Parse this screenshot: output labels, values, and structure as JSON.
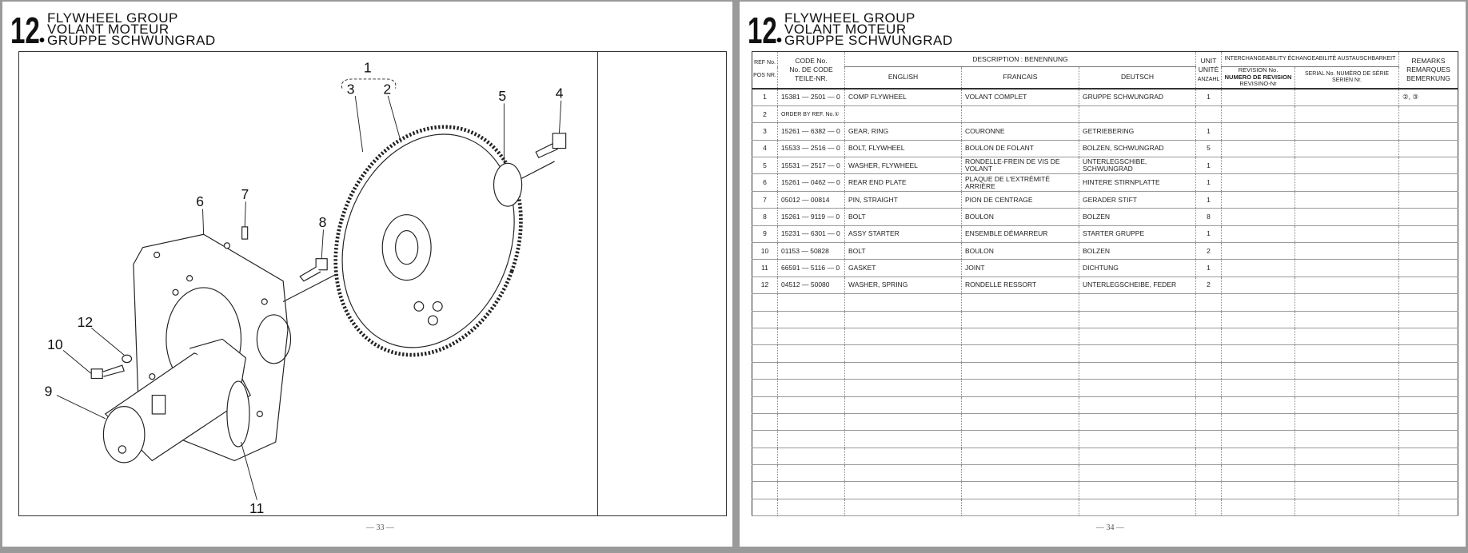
{
  "left_page": {
    "section_number": "12",
    "title_lines": [
      "FLYWHEEL GROUP",
      "VOLANT MOTEUR",
      "GRUPPE SCHWUNGRAD"
    ],
    "page_number": "— 33 —",
    "callouts": [
      "1",
      "2",
      "3",
      "4",
      "5",
      "6",
      "7",
      "8",
      "9",
      "10",
      "11",
      "12"
    ]
  },
  "right_page": {
    "section_number": "12",
    "title_lines": [
      "FLYWHEEL GROUP",
      "VOLANT MOTEUR",
      "GRUPPE SCHWUNGRAD"
    ],
    "page_number": "— 34 —",
    "table": {
      "headers": {
        "ref_no": [
          "REF No.",
          "POS NR."
        ],
        "code_no": [
          "CODE No.",
          "No. DE CODE",
          "TEILE-NR."
        ],
        "description": "DESCRIPTION : BENENNUNG",
        "english": "ENGLISH",
        "francais": "FRANCAIS",
        "deutsch": "DEUTSCH",
        "unit": [
          "UNIT",
          "UNITÉ",
          "ANZAHL"
        ],
        "interchangeability": "INTERCHANGEABILITY ÉCHANGEABILITÉ AUSTAUSCHBARKEIT",
        "revision": [
          "REVISION No.",
          "NUMERO DE REVISION",
          "REVISINO-Nr"
        ],
        "serial": "SERIAL No. NUMÉRO DE SÉRIE SERIEN Nr.",
        "remarks": [
          "REMARKS",
          "REMARQUES",
          "BEMERKUNG"
        ]
      },
      "rows": [
        {
          "ref": "1",
          "code": "15381 — 2501 — 0",
          "english": "COMP FLYWHEEL",
          "francais": "VOLANT COMPLET",
          "deutsch": "GRUPPE SCHWUNGRAD",
          "unit": "1",
          "remarks": "②, ③"
        },
        {
          "ref": "2",
          "code": "ORDER BY REF. No.①",
          "english": "",
          "francais": "",
          "deutsch": "",
          "unit": "",
          "remarks": ""
        },
        {
          "ref": "3",
          "code": "15261 — 6382 — 0",
          "english": "GEAR, RING",
          "francais": "COURONNE",
          "deutsch": "GETRIEBERING",
          "unit": "1",
          "remarks": ""
        },
        {
          "ref": "4",
          "code": "15533 — 2516 — 0",
          "english": "BOLT, FLYWHEEL",
          "francais": "BOULON DE FOLANT",
          "deutsch": "BOLZEN, SCHWUNGRAD",
          "unit": "5",
          "remarks": ""
        },
        {
          "ref": "5",
          "code": "15531 — 2517 — 0",
          "english": "WASHER, FLYWHEEL",
          "francais": "RONDELLE-FREIN DE VIS DE VOLANT",
          "deutsch": "UNTERLEGSCHIBE, SCHWUNGRAD",
          "unit": "1",
          "remarks": ""
        },
        {
          "ref": "6",
          "code": "15261 — 0462 — 0",
          "english": "REAR END PLATE",
          "francais": "PLAQUE DE L'EXTRÉMITÉ ARRIÈRE",
          "deutsch": "HINTERE STIRNPLATTE",
          "unit": "1",
          "remarks": ""
        },
        {
          "ref": "7",
          "code": "05012 — 00814",
          "english": "PIN, STRAIGHT",
          "francais": "PION DE CENTRAGE",
          "deutsch": "GERADER STIFT",
          "unit": "1",
          "remarks": ""
        },
        {
          "ref": "8",
          "code": "15261 — 9119 — 0",
          "english": "BOLT",
          "francais": "BOULON",
          "deutsch": "BOLZEN",
          "unit": "8",
          "remarks": ""
        },
        {
          "ref": "9",
          "code": "15231 — 6301 — 0",
          "english": "ASSY STARTER",
          "francais": "ENSEMBLE DÉMARREUR",
          "deutsch": "STARTER GRUPPE",
          "unit": "1",
          "remarks": ""
        },
        {
          "ref": "10",
          "code": "01153 — 50828",
          "english": "BOLT",
          "francais": "BOULON",
          "deutsch": "BOLZEN",
          "unit": "2",
          "remarks": ""
        },
        {
          "ref": "11",
          "code": "66591 — 5116 — 0",
          "english": "GASKET",
          "francais": "JOINT",
          "deutsch": "DICHTUNG",
          "unit": "1",
          "remarks": ""
        },
        {
          "ref": "12",
          "code": "04512 — 50080",
          "english": "WASHER, SPRING",
          "francais": "RONDELLE RESSORT",
          "deutsch": "UNTERLEGSCHEIBE, FEDER",
          "unit": "2",
          "remarks": ""
        }
      ]
    }
  }
}
